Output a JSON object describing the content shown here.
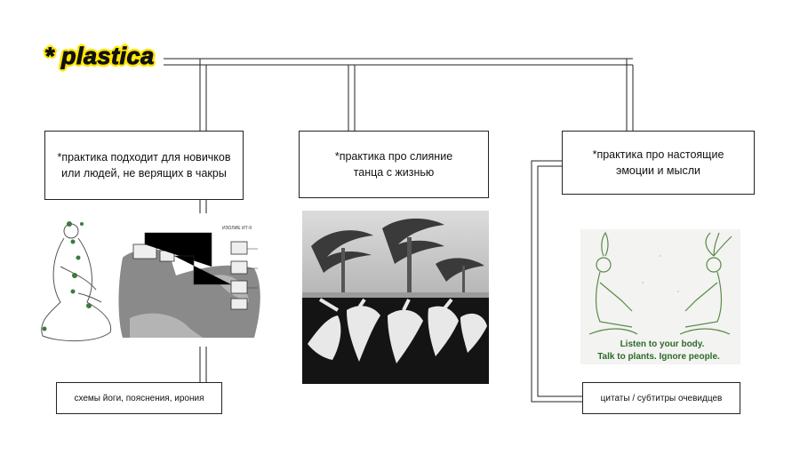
{
  "logo": {
    "mark": "*",
    "text": "plastica"
  },
  "cards": [
    {
      "text": "*практика подходит для новичков\nили людей, не верящих в чакры"
    },
    {
      "text": "*практика про слияние\nтанца с жизнью"
    },
    {
      "text": "*практика про настоящие\nэмоции и мысли"
    }
  ],
  "tags": [
    {
      "text": "схемы йоги, пояснения, ирония"
    },
    {
      "text": "цитаты / субтитры очевидцев"
    }
  ],
  "images": {
    "yoga_diagram": {
      "caption": "ИЗОЛИЕ ИТ-9"
    },
    "plants_meme": {
      "subtitle_line1": "Listen to your body.",
      "subtitle_line2": "Talk to plants. Ignore people."
    }
  },
  "colors": {
    "logo_highlight": "#ffe600",
    "line": "#222222",
    "subtitle": "#3a7a2a"
  }
}
